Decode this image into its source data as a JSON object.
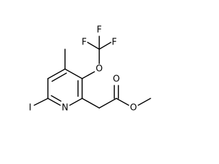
{
  "molecule": {
    "atoms": {
      "F1": "F",
      "F2": "F",
      "F3": "F",
      "O_ether": "O",
      "O_carbonyl": "O",
      "O_ester": "O",
      "N_ring": "N",
      "I": "I"
    }
  }
}
